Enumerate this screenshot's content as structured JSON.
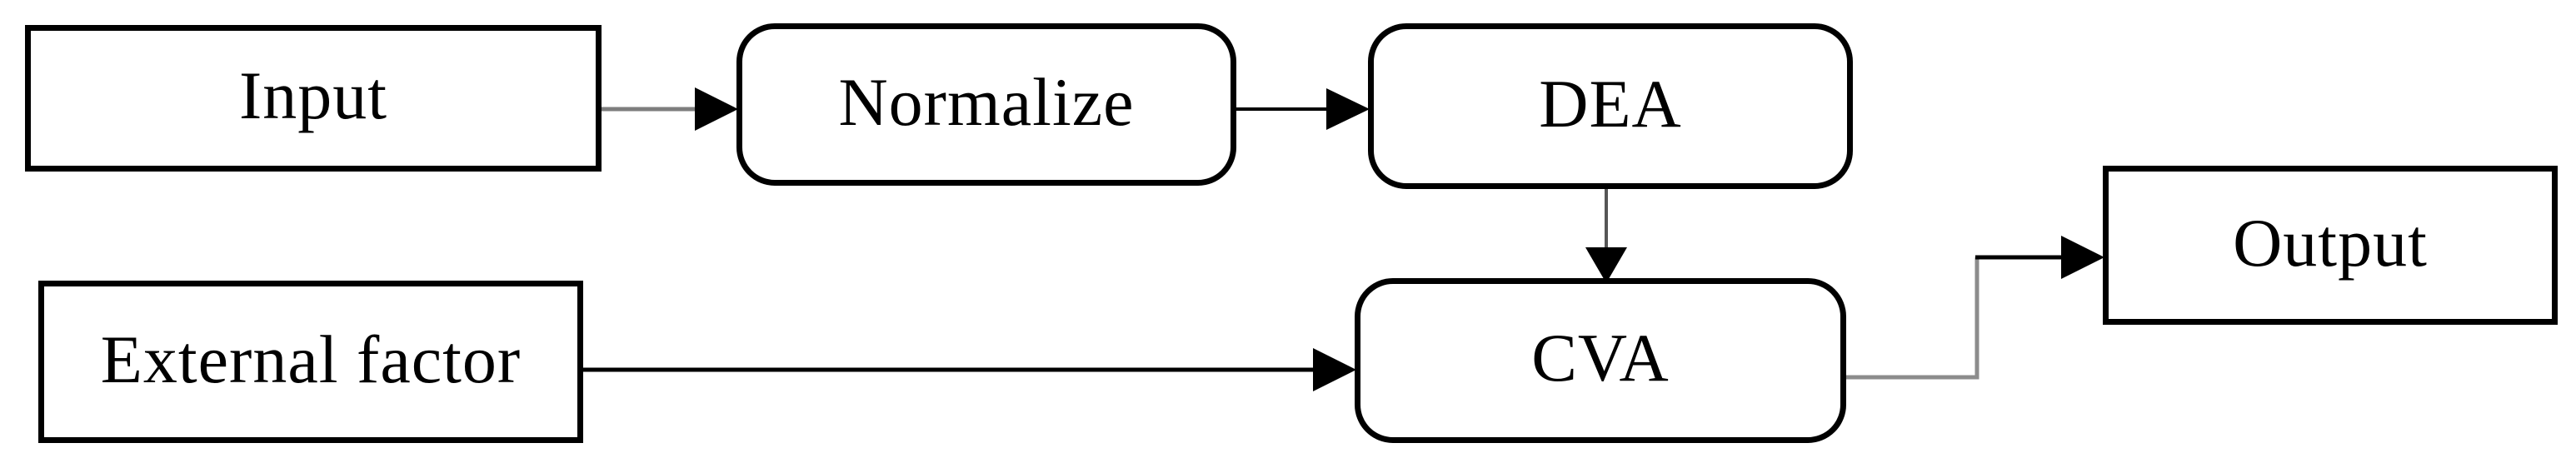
{
  "figure": {
    "type": "flowchart",
    "background": "#ffffff"
  },
  "colors": {
    "box_border": "#000000",
    "text": "#000000",
    "connector_gray": "#7d7d7d",
    "connector_black": "#000000",
    "arrowhead": "#000000"
  },
  "nodes": [
    {
      "id": "input",
      "label": "Input",
      "shape": "rectangle"
    },
    {
      "id": "normalize",
      "label": "Normalize",
      "shape": "rounded-rectangle"
    },
    {
      "id": "dea",
      "label": "DEA",
      "shape": "rounded-rectangle"
    },
    {
      "id": "external-factor",
      "label": "External factor",
      "shape": "rectangle"
    },
    {
      "id": "cva",
      "label": "CVA",
      "shape": "rounded-rectangle"
    },
    {
      "id": "output",
      "label": "Output",
      "shape": "rectangle"
    }
  ],
  "edges": [
    {
      "from": "input",
      "to": "normalize",
      "style": "straight-arrow"
    },
    {
      "from": "normalize",
      "to": "dea",
      "style": "straight-arrow"
    },
    {
      "from": "dea",
      "to": "cva",
      "style": "straight-arrow-down"
    },
    {
      "from": "external-factor",
      "to": "cva",
      "style": "straight-arrow"
    },
    {
      "from": "cva",
      "to": "output",
      "style": "elbow-arrow"
    }
  ]
}
